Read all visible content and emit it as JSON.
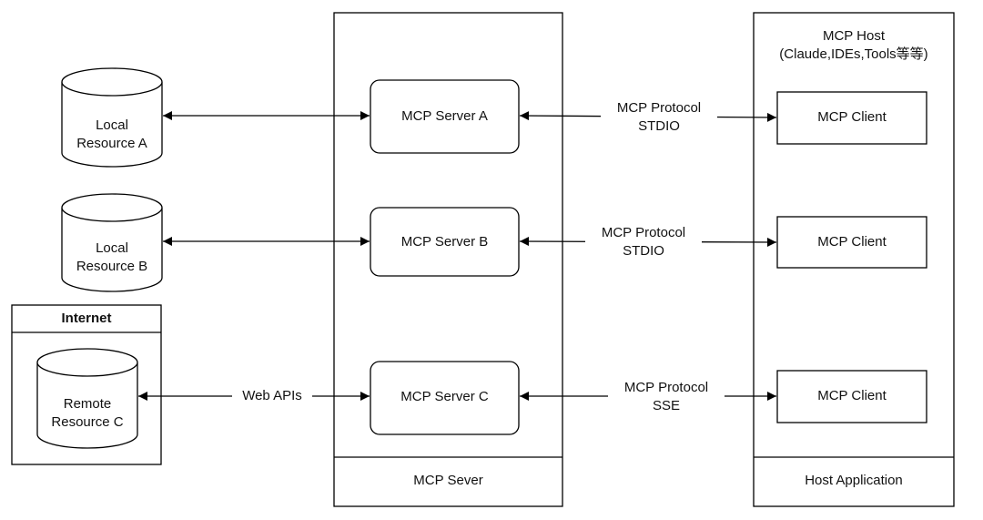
{
  "colors": {
    "stroke": "#000000",
    "fill": "#ffffff",
    "text": "#111111"
  },
  "resources": {
    "local_a": [
      "Local",
      "Resource A"
    ],
    "local_b": [
      "Local",
      "Resource B"
    ],
    "internet_title": "Internet",
    "remote_c": [
      "Remote",
      "Resource C"
    ]
  },
  "servers": {
    "a": "MCP Server A",
    "b": "MCP Server B",
    "c": "MCP Server C",
    "container_label": "MCP Sever"
  },
  "host": {
    "title": [
      "MCP Host",
      "(Claude,IDEs,Tools等等)"
    ],
    "clients": [
      "MCP Client",
      "MCP Client",
      "MCP Client"
    ],
    "footer": "Host Application"
  },
  "links": {
    "web_apis": "Web APIs",
    "proto_a": [
      "MCP Protocol",
      "STDIO"
    ],
    "proto_b": [
      "MCP Protocol",
      "STDIO"
    ],
    "proto_c": [
      "MCP Protocol",
      "SSE"
    ]
  }
}
